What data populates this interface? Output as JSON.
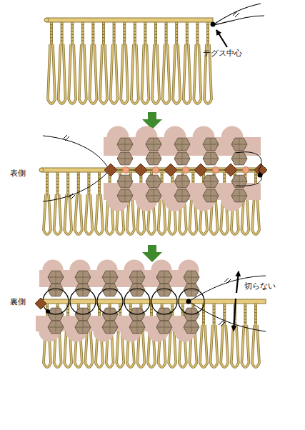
{
  "diagram": {
    "labels": [
      "テグス中心",
      "表側",
      "裏側",
      "切らない"
    ]
  }
}
